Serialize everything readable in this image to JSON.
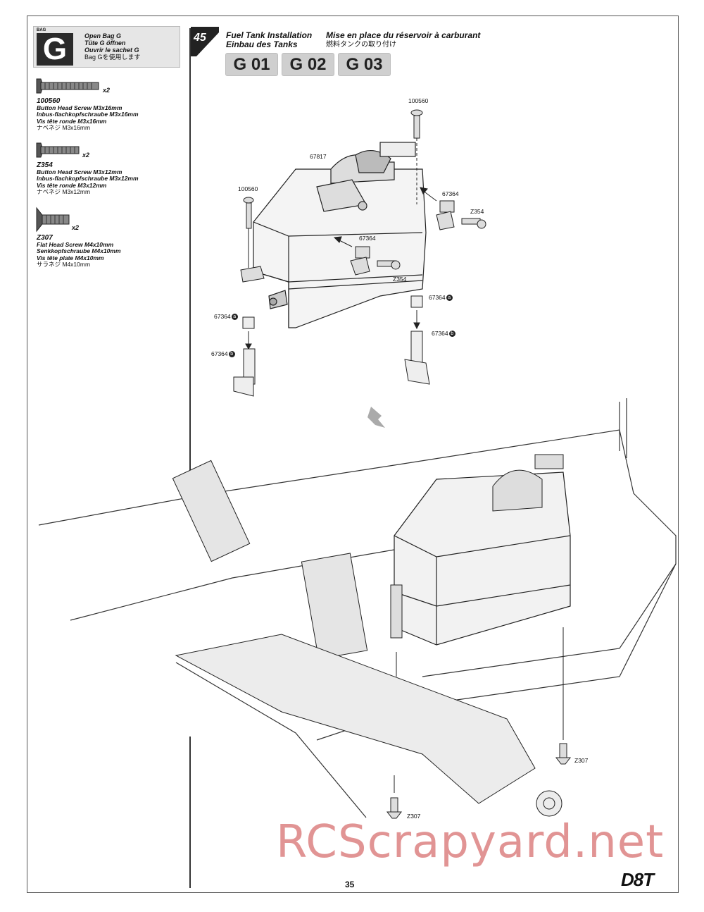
{
  "bag": {
    "tag": "BAG",
    "letter": "G",
    "lines": [
      "Open Bag G",
      "Tüte G öffnen",
      "Ouvrir le sachet G",
      "Bag Gを使用します"
    ]
  },
  "parts": [
    {
      "code": "100560",
      "qty": "x2",
      "names": [
        "Button Head Screw M3x16mm",
        "Inbus-flachkopfschraube M3x16mm",
        "Vis tête ronde M3x16mm",
        "ナベネジ M3x16mm"
      ]
    },
    {
      "code": "Z354",
      "qty": "x2",
      "names": [
        "Button Head Screw M3x12mm",
        "Inbus-flachkopfschraube M3x12mm",
        "Vis tête ronde M3x12mm",
        "ナベネジ M3x12mm"
      ]
    },
    {
      "code": "Z307",
      "qty": "x2",
      "names": [
        "Flat Head Screw M4x10mm",
        "Senkkopfschraube M4x10mm",
        "Vis tête plate M4x10mm",
        "サラネジ M4x10mm"
      ]
    }
  ],
  "step": {
    "number": "45",
    "title_en": "Fuel Tank Installation",
    "title_de": "Einbau des Tanks",
    "title_fr": "Mise en place du réservoir à carburant",
    "title_jp": "燃料タンクの取り付け",
    "bags": [
      "G 01",
      "G 02",
      "G 03"
    ]
  },
  "callouts": {
    "screw_top": "100560",
    "tank": "67817",
    "screw_left": "100560",
    "mount_right": "67364",
    "screw_right": "Z354",
    "mount_mid": "67364",
    "screw_mid": "Z354",
    "post_a_right": "67364",
    "post_a_left": "67364",
    "post_b_right": "67364",
    "post_b_left": "67364",
    "suffix_a": "a",
    "suffix_b": "b",
    "z307_right": "Z307",
    "z307_bottom": "Z307"
  },
  "footer": {
    "page": "35",
    "brand": "D8T",
    "watermark": "RCScrapyard.net"
  }
}
